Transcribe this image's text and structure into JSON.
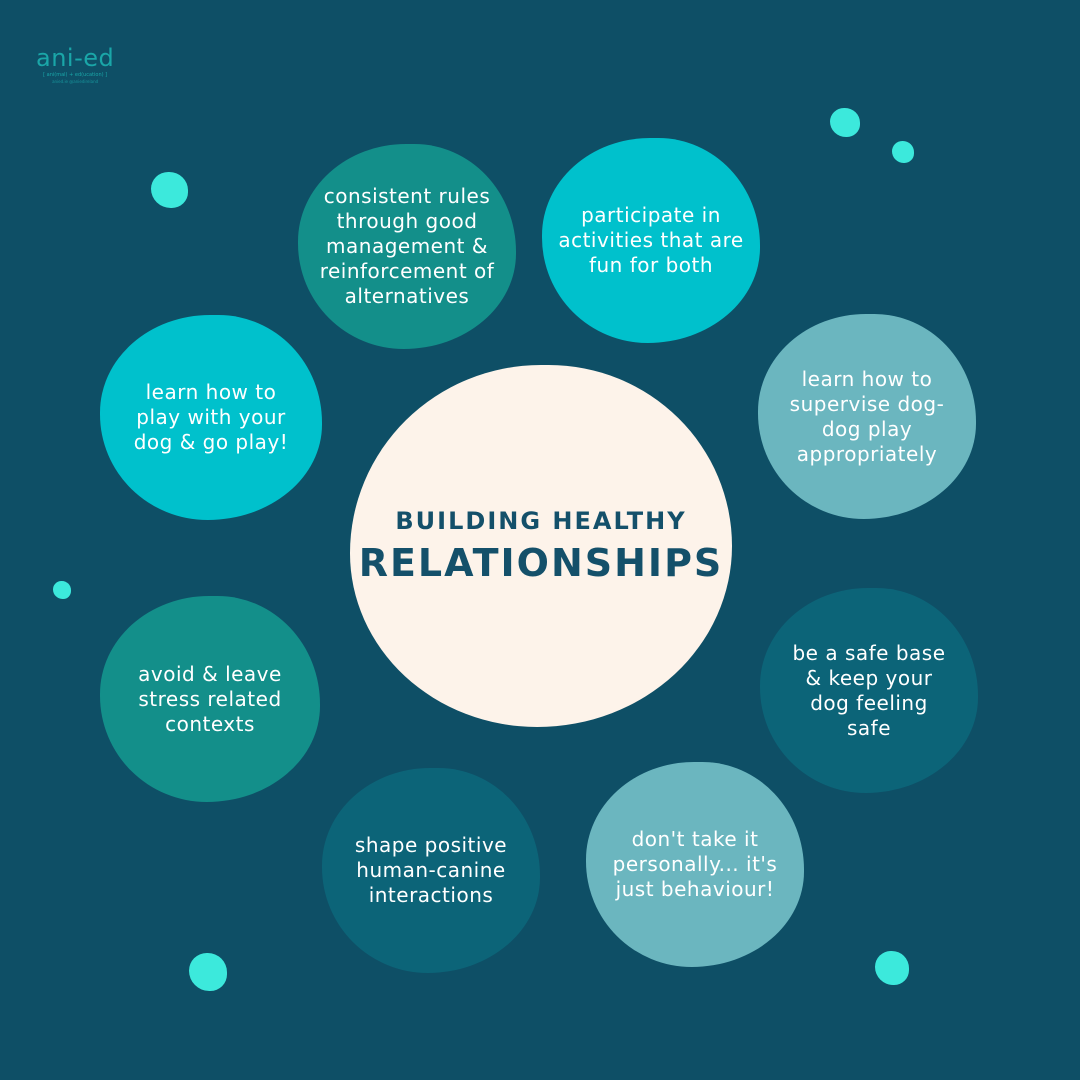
{
  "logo": {
    "name": "ani-ed",
    "tagline": "[ ani(mal) + ed(ucation) ]",
    "handle": "anied.ie @aniedireland"
  },
  "title": {
    "line1": "BUILDING HEALTHY",
    "line2": "RELATIONSHIPS"
  },
  "bubbles": [
    "consistent rules through good management & reinforcement of alternatives",
    "participate in activities that are fun for both",
    "learn how to play with your dog & go play!",
    "learn how to supervise dog-dog play appropriately",
    "avoid & leave stress related contexts",
    "be a safe base & keep your dog feeling safe",
    "shape positive human-canine interactions",
    "don't take it personally... it's just behaviour!"
  ],
  "colors": {
    "background": "#0e4f66",
    "center": "#fdf3ea",
    "green": "#138f8a",
    "cyan": "#00c1cc",
    "light": "#6bb6bf",
    "dark": "#0c6478",
    "dot": "#3ce9dc"
  }
}
